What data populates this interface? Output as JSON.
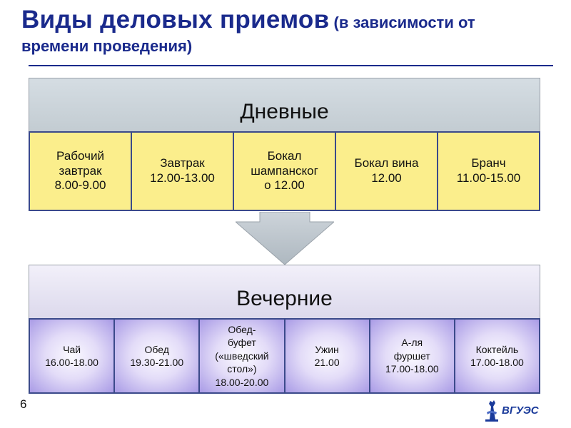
{
  "slide": {
    "title_main": "Виды деловых приемов",
    "title_sub": " (в зависимости от",
    "title_line2": "времени проведения)",
    "page_number": "6"
  },
  "daytime": {
    "label": "Дневные",
    "items": [
      {
        "text": "Рабочий\nзавтрак\n8.00-9.00"
      },
      {
        "text": "Завтрак\n12.00-13.00"
      },
      {
        "text": "Бокал\nшампанског\nо 12.00"
      },
      {
        "text": "Бокал вина\n12.00"
      },
      {
        "text": "Бранч\n11.00-15.00"
      }
    ]
  },
  "evening": {
    "label": "Вечерние",
    "items": [
      {
        "text": "Чай\n16.00-18.00"
      },
      {
        "text": "Обед\n19.30-21.00"
      },
      {
        "text": "Обед-\nбуфет\n(«шведский\nстол»)\n18.00-20.00"
      },
      {
        "text": "Ужин\n21.00"
      },
      {
        "text": "А-ля\nфуршет\n17.00-18.00"
      },
      {
        "text": "Коктейль\n17.00-18.00"
      }
    ]
  },
  "logo": {
    "text": "ВГУЭС",
    "icon": "university-emblem-icon"
  },
  "colors": {
    "title": "#1a2a8c",
    "day_cell": "#fbee8c",
    "evening_cell": "#a99be6",
    "border": "#3b4a8a"
  }
}
